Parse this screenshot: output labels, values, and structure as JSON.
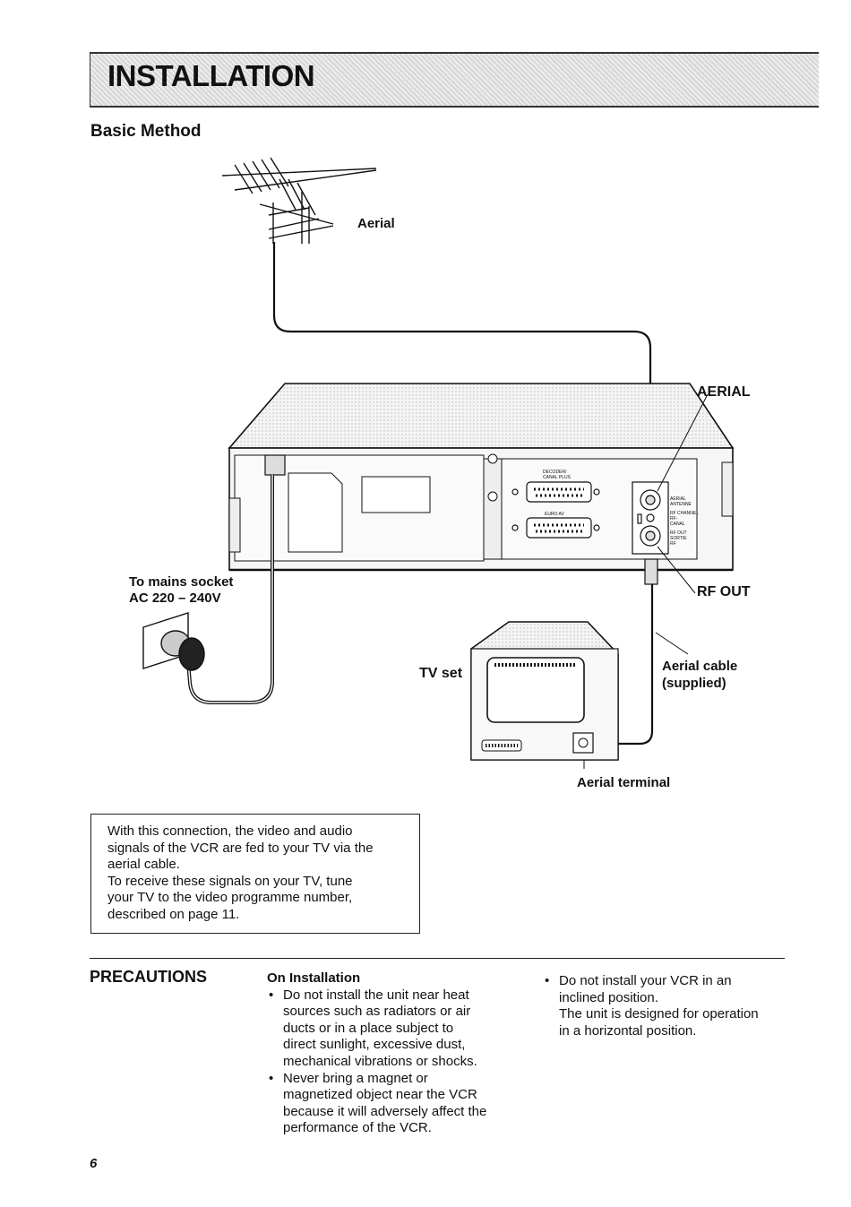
{
  "header": {
    "title": "INSTALLATION"
  },
  "subtitle": "Basic Method",
  "diagram": {
    "aerial": "Aerial",
    "aerial_socket": "AERIAL",
    "rf_out": "RF OUT",
    "mains_line1": "To mains socket",
    "mains_line2": "AC 220 – 240V",
    "tv_set": "TV set",
    "cable_line1": "Aerial cable",
    "cable_line2": "(supplied)",
    "aerial_terminal": "Aerial terminal",
    "panel_decoder": "DECODER/",
    "panel_canal": "CANAL PLUS",
    "panel_euro": "EURO AV",
    "panel_antenna1": "AERIAL",
    "panel_antenna2": "ANTENNE",
    "panel_rfch1": "RF CHANNEL",
    "panel_rfch2": "RF-",
    "panel_rfch3": "CANAL",
    "panel_rfout1": "RF OUT",
    "panel_rfout2": "SORTIE",
    "panel_rfout3": "RF"
  },
  "note": {
    "line1": "With this connection, the video and audio",
    "line2": "signals of the VCR are fed to your TV via the",
    "line3": "aerial cable.",
    "line4": "To receive these signals on your TV, tune",
    "line5": "your TV to the video programme number,",
    "line6": "described on page 11."
  },
  "precautions": {
    "title": "PRECAUTIONS",
    "heading": "On Installation",
    "item1": [
      "Do not install the unit near heat",
      "sources such as radiators or air",
      "ducts or in a place subject to",
      "direct sunlight, excessive dust,",
      "mechanical vibrations or shocks."
    ],
    "item2": [
      "Never bring a magnet or",
      "magnetized object near the VCR",
      "because it will adversely affect the",
      "performance of the VCR."
    ],
    "item3": [
      "Do not install your VCR in an",
      "inclined position.",
      "The unit is designed for operation",
      "in a horizontal position."
    ]
  },
  "page_number": "6"
}
